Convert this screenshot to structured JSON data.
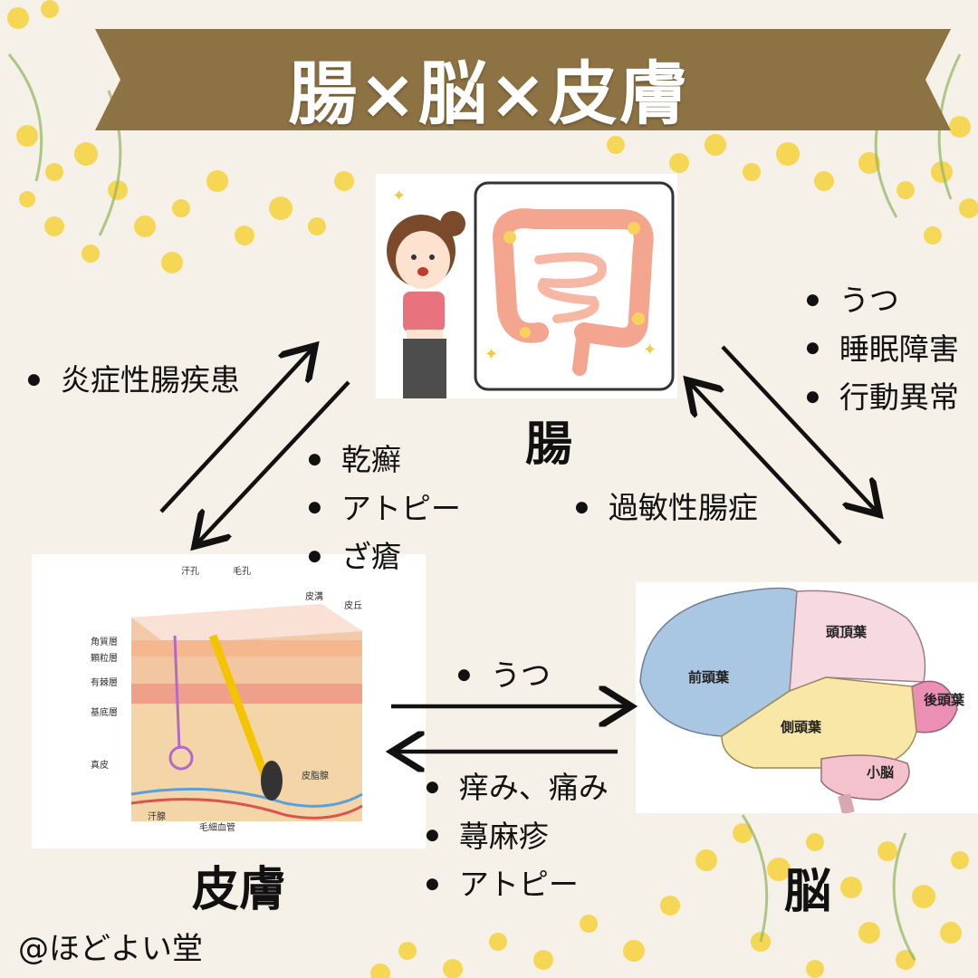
{
  "title": "腸×脳×皮膚",
  "nodes": {
    "gut": "腸",
    "skin": "皮膚",
    "brain": "脳"
  },
  "skin_diagram": {
    "labels": [
      "汗孔",
      "毛孔",
      "皮溝",
      "皮丘",
      "角質層",
      "顆粒層",
      "有棘層",
      "基底層",
      "真皮",
      "皮脂腺",
      "汗腺",
      "毛細血管"
    ]
  },
  "brain_diagram": {
    "labels": [
      "頭頂葉",
      "前頭葉",
      "後頭葉",
      "側頭葉",
      "小脳"
    ]
  },
  "relations": {
    "gut_to_skin_left": [
      "炎症性腸疾患"
    ],
    "gut_skin_center": [
      "乾癬",
      "アトピー",
      "ざ瘡"
    ],
    "gut_to_brain": [
      "うつ",
      "睡眠障害",
      "行動異常"
    ],
    "brain_to_gut": [
      "過敏性腸症"
    ],
    "skin_to_brain": [
      "うつ"
    ],
    "brain_to_skin": [
      "痒み、痛み",
      "蕁麻疹",
      "アトピー"
    ]
  },
  "credit": "@ほどよい堂",
  "colors": {
    "banner": "#8d7243",
    "frontal": "#a9c6e2",
    "parietal": "#f7d9e2",
    "temporal": "#f8e7a6",
    "occipital": "#ec8fb5",
    "cerebellum": "#f3c2cc"
  }
}
